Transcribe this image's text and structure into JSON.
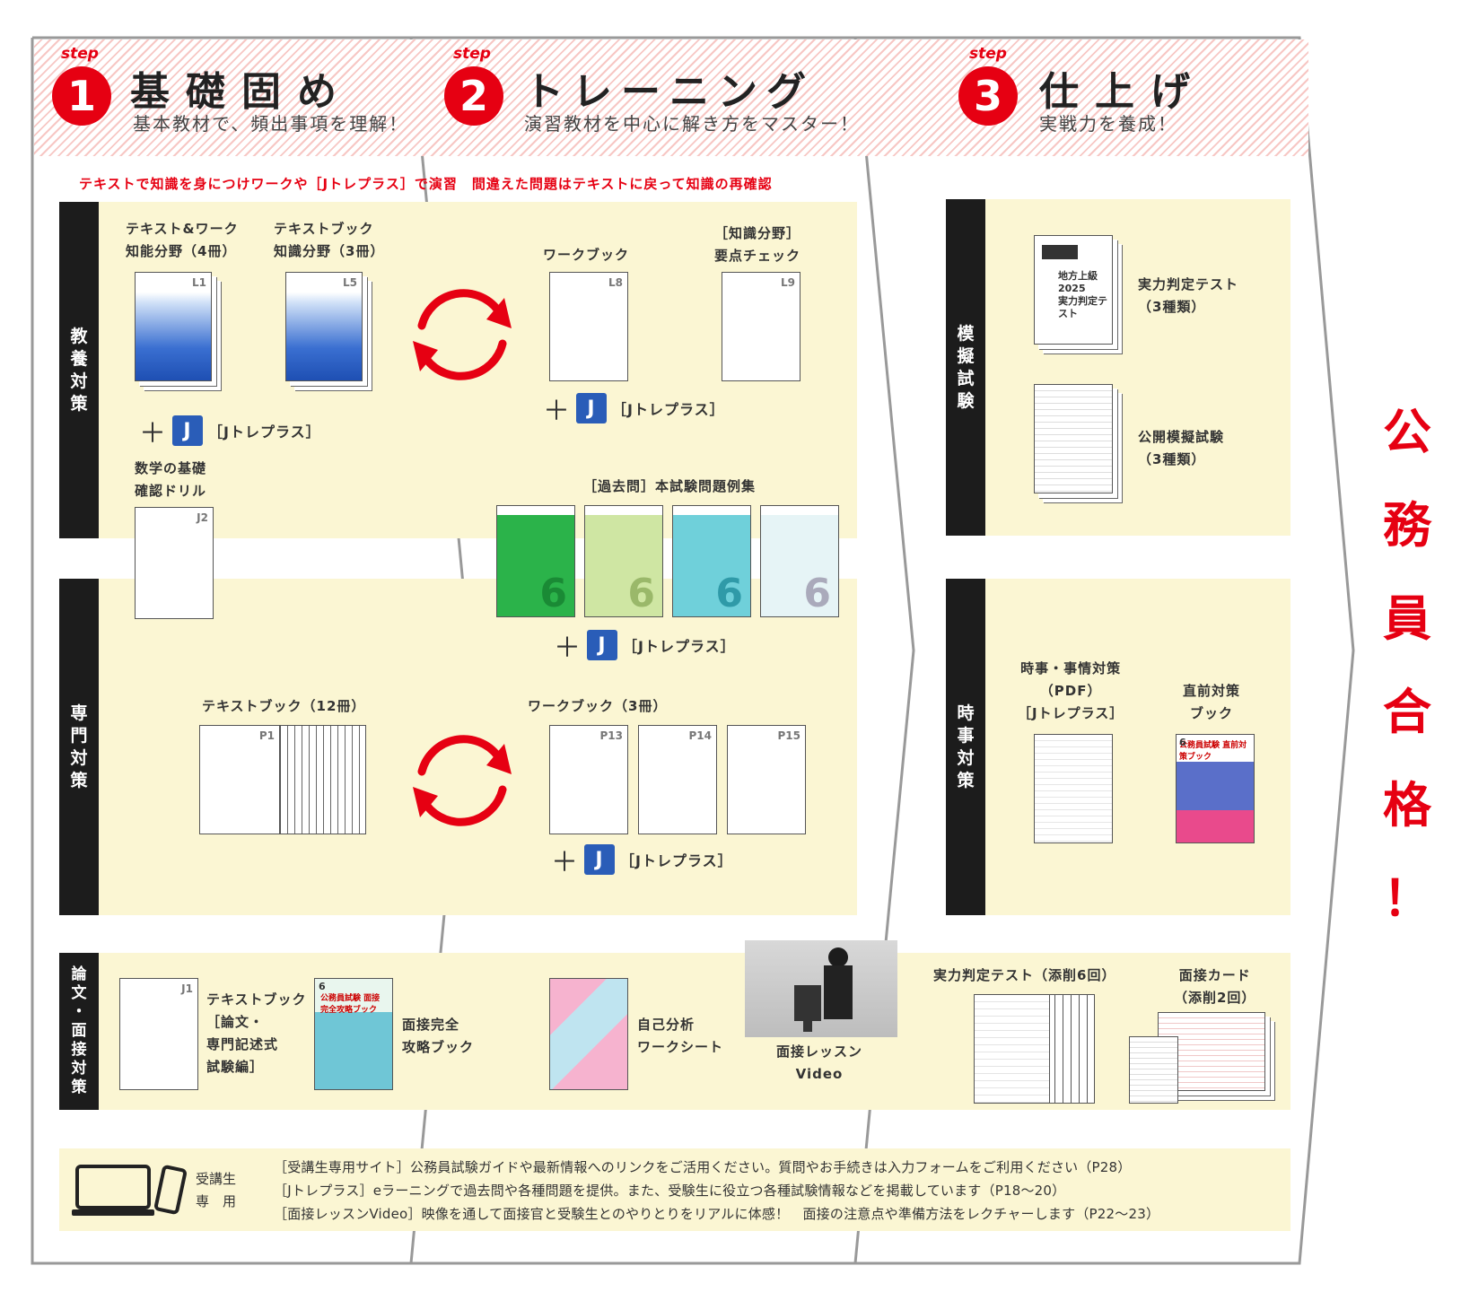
{
  "steps": [
    {
      "label": "step",
      "num": "1",
      "title": "基礎固め",
      "subtitle": "基本教材で、頻出事項を理解！"
    },
    {
      "label": "step",
      "num": "2",
      "title": "トレーニング",
      "subtitle": "演習教材を中心に解き方をマスター！"
    },
    {
      "label": "step",
      "num": "3",
      "title": "仕上げ",
      "subtitle": "実戦力を養成！"
    }
  ],
  "instruction": "テキストで知識を身につけワークや［Jトレプラス］で演習　間違えた問題はテキストに戻って知識の再確認",
  "categories": {
    "kyoyo": [
      "教",
      "養",
      "対",
      "策"
    ],
    "senmon": [
      "専",
      "門",
      "対",
      "策"
    ],
    "ronbun": [
      "論",
      "文",
      "・",
      "面",
      "接",
      "対",
      "策"
    ],
    "moshi": [
      "模",
      "擬",
      "試",
      "験"
    ],
    "jiji": [
      "時",
      "事",
      "対",
      "策"
    ]
  },
  "kyoyo": {
    "text_work_label": [
      "テキスト&ワーク",
      "知能分野（4冊）"
    ],
    "text_work_code": "L1",
    "textbook_label": [
      "テキストブック",
      "知識分野（3冊）"
    ],
    "textbook_code": "L5",
    "jtre": "［Jトレプラス］",
    "workbook_label": "ワークブック",
    "workbook_code": "L8",
    "yoten_label": [
      "［知識分野］",
      "要点チェック"
    ],
    "yoten_code": "L9",
    "jtre2": "［Jトレプラス］",
    "math_label": [
      "数学の基礎",
      "確認ドリル"
    ],
    "math_code": "J2",
    "kakomon_label": "［過去問］本試験問題例集",
    "kakomon_num": "6",
    "jtre3": "［Jトレプラス］"
  },
  "senmon": {
    "textbook_label": "テキストブック（12冊）",
    "textbook_code": "P1",
    "workbook_label": "ワークブック（3冊）",
    "workbook_codes": [
      "P13",
      "P14",
      "P15"
    ],
    "jtre": "［Jトレプラス］"
  },
  "moshi": {
    "test_label": [
      "実力判定テスト",
      "（3種類）"
    ],
    "test_cover": [
      "地方上級",
      "2025",
      "実力判定テスト"
    ],
    "open_label": [
      "公開模擬試験",
      "（3種類）"
    ]
  },
  "jiji": {
    "pdf_label": [
      "時事・事情対策",
      "（PDF）",
      "［Jトレプラス］"
    ],
    "book_label": [
      "直前対策",
      "ブック"
    ],
    "book_cover": "公務員試験 直前対策ブック",
    "book_num": "6"
  },
  "ronbun": {
    "textbook_label": [
      "テキストブック",
      "［論文・",
      "専門記述式",
      "試験編］"
    ],
    "textbook_code": "J1",
    "mensetsu_label": [
      "面接完全",
      "攻略ブック"
    ],
    "mensetsu_cover": "公務員試験 面接完全攻略ブック",
    "mensetsu_num": "6",
    "jiko_label": [
      "自己分析",
      "ワークシート"
    ],
    "video_label": [
      "面接レッスン",
      "Video"
    ],
    "tensaku_label": "実力判定テスト（添削6回）",
    "card_label": [
      "面接カード",
      "（添削2回）"
    ]
  },
  "footer": {
    "device_label": [
      "受講生",
      "専　用"
    ],
    "lines": [
      "［受講生専用サイト］公務員試験ガイドや最新情報へのリンクをご活用ください。質問やお手続きは入力フォームをご利用ください（P28）",
      "［Jトレプラス］eラーニングで過去問や各種問題を提供。また、受験生に役立つ各種試験情報などを掲載しています（P18〜20）",
      "［面接レッスンVideo］映像を通して面接官と受験生とのやりとりをリアルに体感！　面接の注意点や準備方法をレクチャーします（P22〜23）"
    ]
  },
  "goal": [
    "公",
    "務",
    "員",
    "合",
    "格",
    "！"
  ],
  "colors": {
    "accent": "#e60012",
    "band": "#fbf6d3",
    "dark": "#1c1c1c",
    "blue": "#2a5db8"
  }
}
